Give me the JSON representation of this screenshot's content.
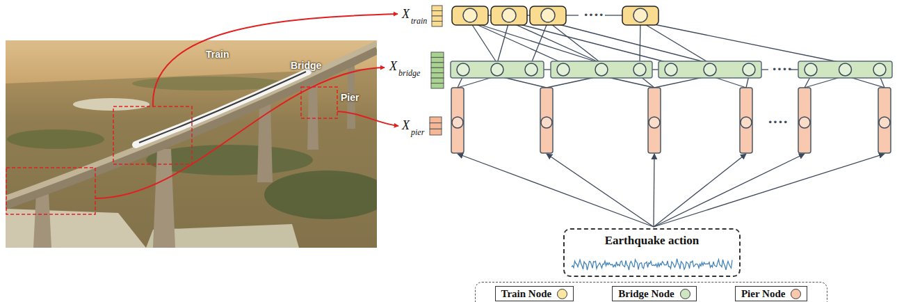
{
  "diagram": {
    "nodes": [
      {
        "text": [
          "Earthquake action"
        ]
      }
    ],
    "labels": [
      "Train",
      "Bridge",
      "Pier",
      "X",
      "train",
      "X",
      "bridge",
      "X",
      "pier",
      "····",
      "····",
      "····"
    ],
    "legend": [
      {
        "text": "Train Node",
        "color": "#fbe7a3"
      },
      {
        "text": "Bridge Node",
        "color": "#cfe6c0"
      },
      {
        "text": "Pier Node",
        "color": "#f8c9ae"
      }
    ]
  }
}
